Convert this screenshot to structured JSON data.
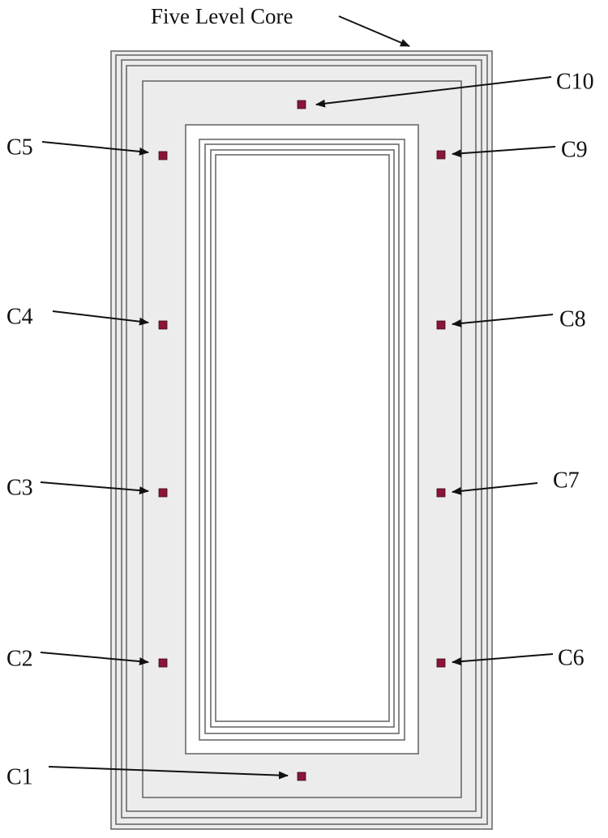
{
  "title": "Five Level Core",
  "colors": {
    "background": "#ffffff",
    "core_fill": "#ececec",
    "window_fill": "#ffffff",
    "line": "#6a6a6a",
    "sensor": "#8a1538",
    "arrow": "#111111"
  },
  "sensors": [
    {
      "id": "C1",
      "label": "C1"
    },
    {
      "id": "C2",
      "label": "C2"
    },
    {
      "id": "C3",
      "label": "C3"
    },
    {
      "id": "C4",
      "label": "C4"
    },
    {
      "id": "C5",
      "label": "C5"
    },
    {
      "id": "C6",
      "label": "C6"
    },
    {
      "id": "C7",
      "label": "C7"
    },
    {
      "id": "C8",
      "label": "C8"
    },
    {
      "id": "C9",
      "label": "C9"
    },
    {
      "id": "C10",
      "label": "C10"
    }
  ]
}
